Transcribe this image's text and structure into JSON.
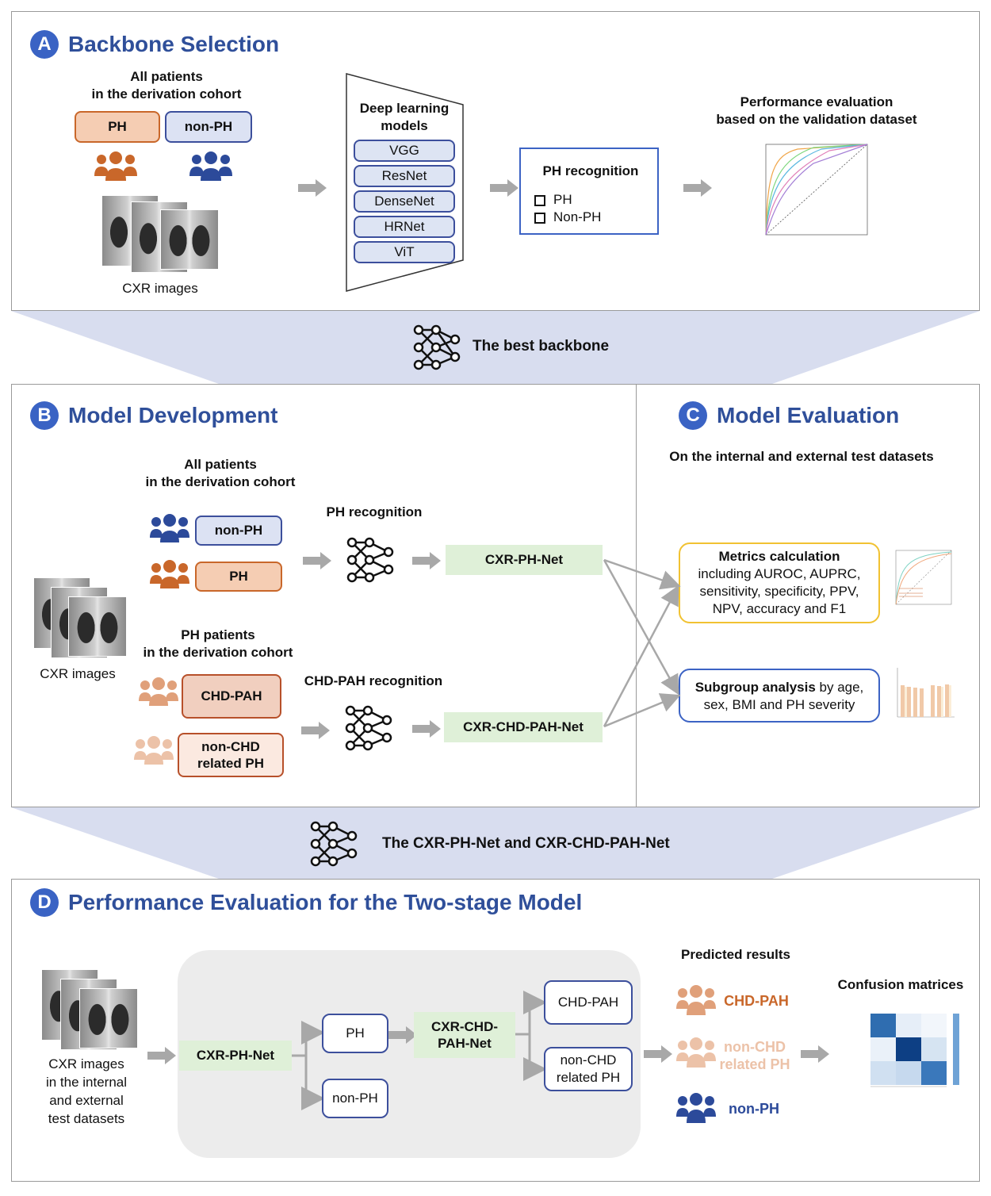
{
  "panel_a": {
    "letter": "A",
    "title": "Backbone Selection",
    "cohort_title": "All patients\nin the derivation cohort",
    "ph": "PH",
    "non_ph": "non-PH",
    "cxr_label": "CXR images",
    "models_title": "Deep learning\nmodels",
    "models": [
      "VGG",
      "ResNet",
      "DenseNet",
      "HRNet",
      "ViT"
    ],
    "recognition_title": "PH recognition",
    "options": [
      "PH",
      "Non-PH"
    ],
    "perf_title": "Performance evaluation\nbased on the validation dataset"
  },
  "banner1": {
    "text": "The best backbone"
  },
  "panel_b": {
    "letter": "B",
    "title": "Model Development",
    "cohort1": "All patients\nin the derivation cohort",
    "non_ph": "non-PH",
    "ph": "PH",
    "ph_recognition": "PH recognition",
    "net1": "CXR-PH-Net",
    "cohort2": "PH patients\nin the derivation cohort",
    "chd_pah": "CHD-PAH",
    "non_chd": "non-CHD\nrelated PH",
    "chd_recognition": "CHD-PAH recognition",
    "net2": "CXR-CHD-PAH-Net",
    "cxr_label": "CXR images"
  },
  "panel_c": {
    "letter": "C",
    "title": "Model Evaluation",
    "subtitle": "On the internal and external test datasets",
    "metrics_title": "Metrics calculation",
    "metrics_body": "including AUROC, AUPRC,\nsensitivity, specificity, PPV,\nNPV, accuracy and F1",
    "subgroup_bold": "Subgroup analysis",
    "subgroup_rest": " by age,",
    "subgroup_line2": "sex, BMI and PH severity"
  },
  "banner2": {
    "text": "The CXR-PH-Net and CXR-CHD-PAH-Net"
  },
  "panel_d": {
    "letter": "D",
    "title": "Performance Evaluation for the Two-stage Model",
    "cxr_label": "CXR images\nin the internal\nand external\ntest datasets",
    "net1": "CXR-PH-Net",
    "ph": "PH",
    "non_ph": "non-PH",
    "net2": "CXR-CHD-\nPAH-Net",
    "chd_pah": "CHD-PAH",
    "non_chd": "non-CHD\nrelated PH",
    "predicted_title": "Predicted results",
    "pred_chd": "CHD-PAH",
    "pred_nonchd": "non-CHD\nrelated PH",
    "pred_nonph": "non-PH",
    "confusion_title": "Confusion matrices"
  },
  "colors": {
    "title_blue": "#2f4f9a",
    "badge_blue": "#3a63c4",
    "orange": "#c9672a",
    "peach": "#e0a07a",
    "light_peach": "#ecc2a8",
    "navy": "#2c4a9a",
    "green_fill": "#dff0d8"
  }
}
